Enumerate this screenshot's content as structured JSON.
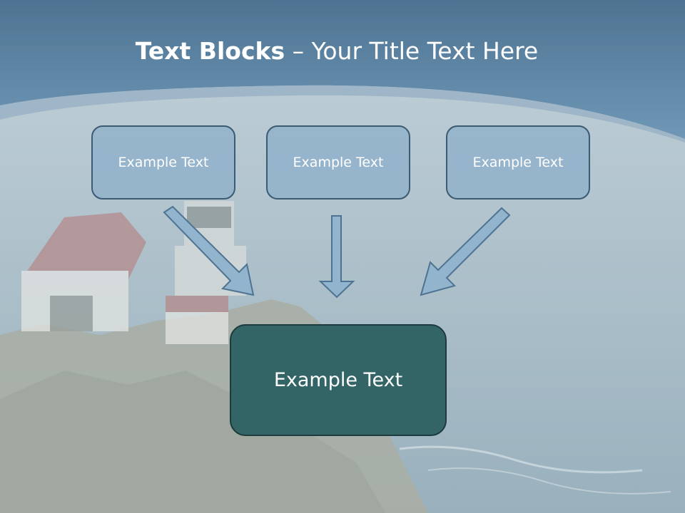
{
  "title": {
    "bold": "Text Blocks",
    "dash": " – ",
    "rest": "Your Title Text Here"
  },
  "blocks": [
    "Example Text",
    "Example Text",
    "Example Text"
  ],
  "center_block": "Example Text",
  "colors": {
    "header": "#5f87a6",
    "block_fill": "#92b2ca",
    "block_border": "#3b5a73",
    "center_fill": "#336566",
    "arrow_fill": "#93b4cd"
  }
}
